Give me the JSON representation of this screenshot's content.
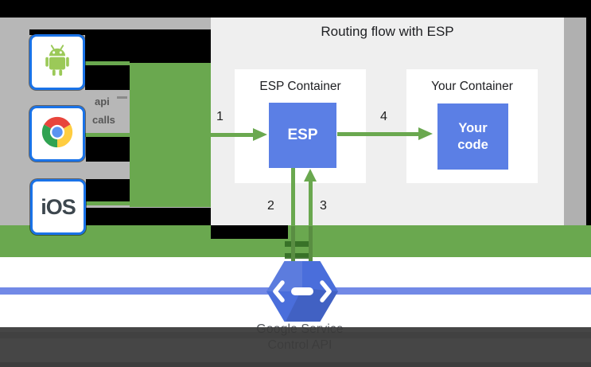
{
  "title": "Routing flow with ESP",
  "clients": {
    "android_icon": "android-robot-icon",
    "chrome_icon": "chrome-browser-icon",
    "ios_label": "iOS"
  },
  "note": {
    "line1": "api",
    "line2": "calls"
  },
  "esp_container": {
    "label": "ESP Container",
    "esp_label": "ESP"
  },
  "your_container": {
    "label": "Your Container",
    "code_line1": "Your",
    "code_line2": "code"
  },
  "steps": {
    "s1": "1",
    "s2": "2",
    "s3": "3",
    "s4": "4"
  },
  "service": {
    "icon": "endpoints-hexagon-icon",
    "line1": "Google Service",
    "line2": "Control API"
  },
  "colors": {
    "green": "#6aa84f",
    "dark_green": "#336b24",
    "blue_box": "#5b7fe5",
    "blue_line": "#7289e6",
    "hexagon_blue": "#4a6edb",
    "panel_bg": "#efefef",
    "gray_bg": "#b7b7b7",
    "border_blue": "#1a73e8",
    "footer": "#3a3a3a"
  }
}
